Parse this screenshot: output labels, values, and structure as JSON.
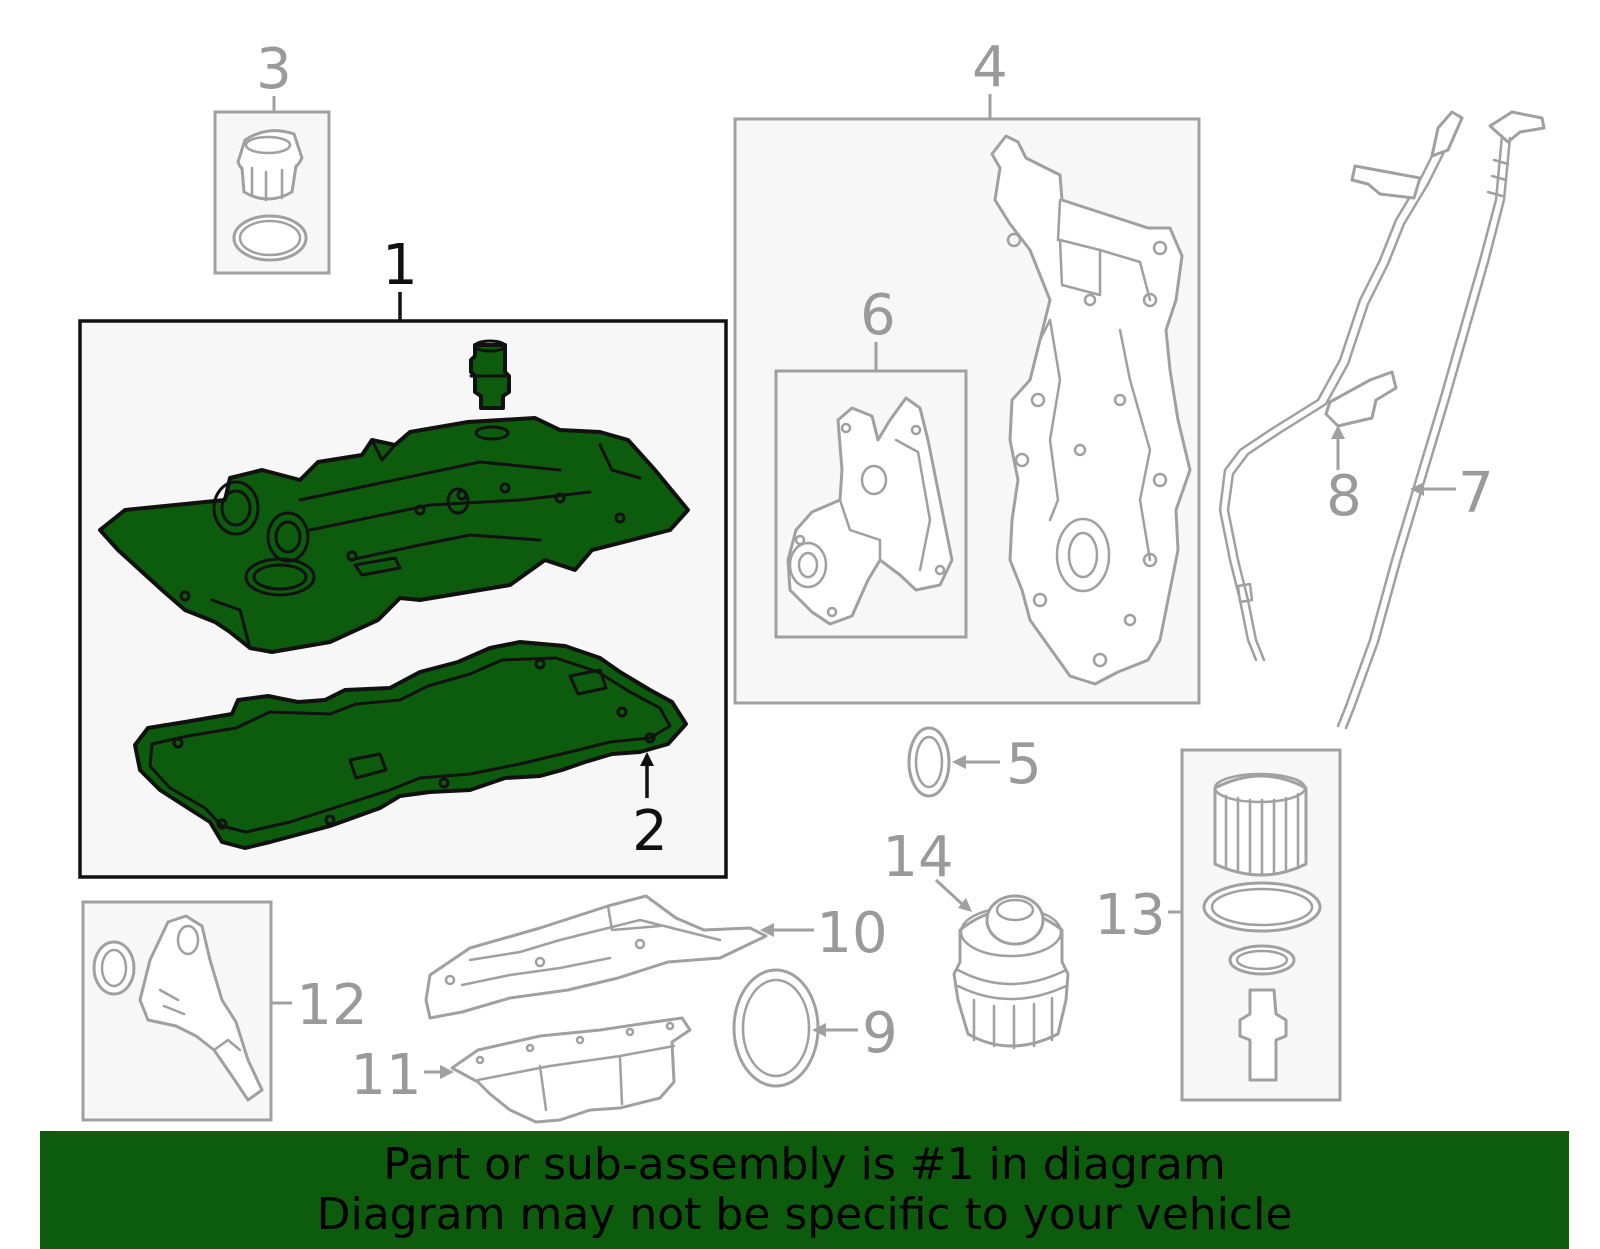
{
  "colors": {
    "highlight": "#0d5c0d",
    "line_gray": "#a0a0a0",
    "label_gray": "#9a9a9a",
    "box_fill": "#f7f7f7",
    "active_outline": "#111111"
  },
  "callouts": {
    "c1": "1",
    "c2": "2",
    "c3": "3",
    "c4": "4",
    "c5": "5",
    "c6": "6",
    "c7": "7",
    "c8": "8",
    "c9": "9",
    "c10": "10",
    "c11": "11",
    "c12": "12",
    "c13": "13",
    "c14": "14"
  },
  "highlighted_part": "1",
  "banner": {
    "line1": "Part or sub-assembly is #1 in diagram",
    "line2": "Diagram may not be specific to your vehicle"
  }
}
